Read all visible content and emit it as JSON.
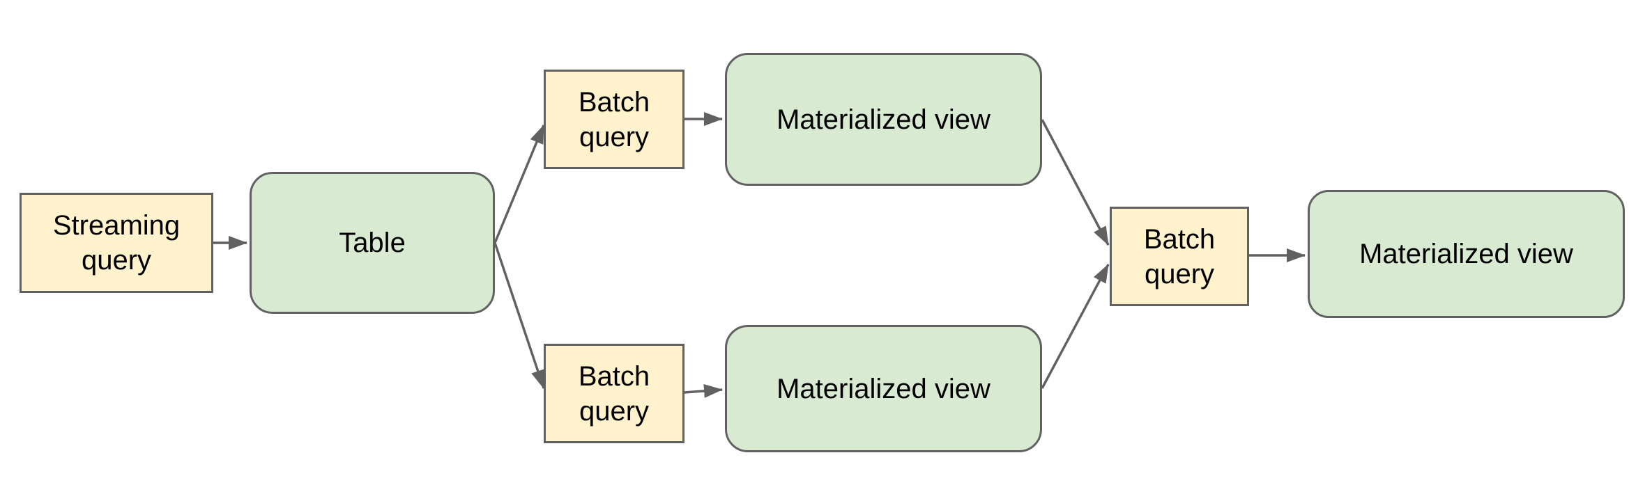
{
  "diagram": {
    "title": "streaming-to-materialized-view-pipeline",
    "colors": {
      "background": "#ffffff",
      "query_box_fill": "#fff2cc",
      "data_box_fill": "#d9ead3",
      "border": "#616161",
      "arrow": "#616161",
      "text": "#000000"
    },
    "nodes": [
      {
        "id": "streaming-query",
        "shape": "rectangle",
        "role": "query",
        "lines": [
          "Streaming",
          "query"
        ]
      },
      {
        "id": "table",
        "shape": "rounded",
        "role": "data",
        "lines": [
          "Table"
        ]
      },
      {
        "id": "batch-query-top",
        "shape": "rectangle",
        "role": "query",
        "lines": [
          "Batch",
          "query"
        ]
      },
      {
        "id": "materialized-view-top",
        "shape": "rounded",
        "role": "data",
        "lines": [
          "Materialized view"
        ]
      },
      {
        "id": "batch-query-bottom",
        "shape": "rectangle",
        "role": "query",
        "lines": [
          "Batch",
          "query"
        ]
      },
      {
        "id": "materialized-view-bottom",
        "shape": "rounded",
        "role": "data",
        "lines": [
          "Materialized view"
        ]
      },
      {
        "id": "batch-query-right",
        "shape": "rectangle",
        "role": "query",
        "lines": [
          "Batch",
          "query"
        ]
      },
      {
        "id": "materialized-view-right",
        "shape": "rounded",
        "role": "data",
        "lines": [
          "Materialized view"
        ]
      }
    ],
    "edges": [
      {
        "from": "streaming-query",
        "to": "table"
      },
      {
        "from": "table",
        "to": "batch-query-top"
      },
      {
        "from": "table",
        "to": "batch-query-bottom"
      },
      {
        "from": "batch-query-top",
        "to": "materialized-view-top"
      },
      {
        "from": "batch-query-bottom",
        "to": "materialized-view-bottom"
      },
      {
        "from": "materialized-view-top",
        "to": "batch-query-right"
      },
      {
        "from": "materialized-view-bottom",
        "to": "batch-query-right"
      },
      {
        "from": "batch-query-right",
        "to": "materialized-view-right"
      }
    ]
  }
}
